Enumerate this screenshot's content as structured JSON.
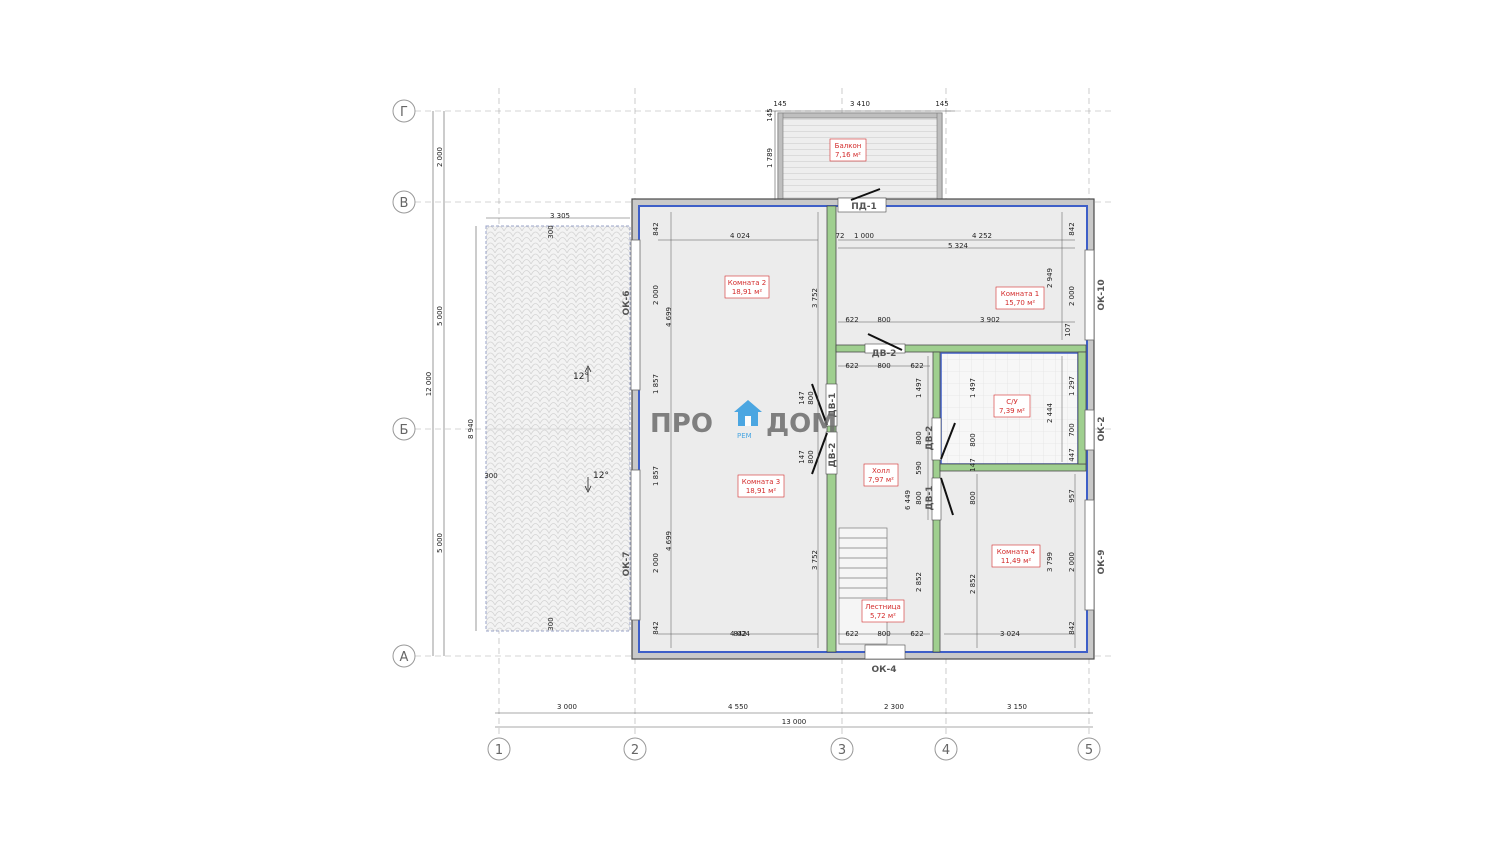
{
  "axes": {
    "rows": [
      "Г",
      "В",
      "Б",
      "А"
    ],
    "cols": [
      "1",
      "2",
      "3",
      "4",
      "5"
    ]
  },
  "rooms": [
    {
      "id": "balcony",
      "name": "Балкон",
      "area": "7,16 м²"
    },
    {
      "id": "room2",
      "name": "Комната 2",
      "area": "18,91 м²"
    },
    {
      "id": "room1",
      "name": "Комната 1",
      "area": "15,70 м²"
    },
    {
      "id": "wc",
      "name": "С/У",
      "area": "7,39 м²"
    },
    {
      "id": "hall",
      "name": "Холл",
      "area": "7,97 м²"
    },
    {
      "id": "room3",
      "name": "Комната 3",
      "area": "18,91 м²"
    },
    {
      "id": "room4",
      "name": "Комната 4",
      "area": "11,49 м²"
    },
    {
      "id": "stairs",
      "name": "Лестница",
      "area": "5,72 м²"
    }
  ],
  "tags": {
    "pd1": "ПД-1",
    "ok6": "ОК-6",
    "ok7": "ОК-7",
    "ok10": "ОК-10",
    "ok2": "ОК-2",
    "ok9": "ОК-9",
    "ok4": "ОК-4",
    "dv2_top": "ДВ-2",
    "dv1_left": "ДВ-1",
    "dv2_left": "ДВ-2",
    "dv2_right": "ДВ-2",
    "dv1_right": "ДВ-1"
  },
  "roof": {
    "slope_top": "12°",
    "slope_bottom": "12°"
  },
  "logo": {
    "left": "ПРО",
    "right": "ДОМ",
    "small": "РЕМ"
  },
  "dims": {
    "bal_145a": "145",
    "bal_3410": "3 410",
    "bal_145b": "145",
    "bal_145v": "145",
    "bal_1789": "1 789",
    "left_2000": "2 000",
    "left_5000a": "5 000",
    "left_12000": "12 000",
    "left_5000b": "5 000",
    "left_8940": "8 940",
    "roof_3305": "3 305",
    "roof_300a": "300",
    "roof_300b": "300",
    "roof_300c": "300",
    "r2_842": "842",
    "r2_4024": "4 024",
    "r2_2000": "2 000",
    "r2_4699": "4 699",
    "r2_3752": "3 752",
    "r2_1857": "1 857",
    "r3_1857": "1 857",
    "r3_4699": "4 699",
    "r3_2000": "2 000",
    "r3_3752": "3 752",
    "r3_842": "842",
    "r3_4024": "4 024",
    "c_72": "72",
    "c_1000": "1 000",
    "c_4252": "4 252",
    "c_5324": "5 324",
    "c_842r": "842",
    "r1_2949": "2 949",
    "r1_2000": "2 000",
    "r1_622": "622",
    "r1_800": "800",
    "r1_3902": "3 902",
    "r1_107": "107",
    "h_622a": "622",
    "h_800a": "800",
    "h_622b": "622",
    "wc_1497a": "1 497",
    "wc_1497b": "1 497",
    "wc_1297": "1 297",
    "wc_2444": "2 444",
    "wc_700": "700",
    "wc_447": "447",
    "wc_800": "800",
    "d_147a": "147",
    "d_800a": "800",
    "d_147b": "147",
    "d_800b": "800",
    "m_800a": "800",
    "m_590": "590",
    "m_800b": "800",
    "m_147": "147",
    "m_800c": "800",
    "m_6449": "6 449",
    "r4_957": "957",
    "r4_2852a": "2 852",
    "r4_2852b": "2 852",
    "r4_3799": "3 799",
    "r4_2000": "2 000",
    "r4_842": "842",
    "b_622a": "622",
    "b_800": "800",
    "b_622b": "622",
    "b_3024": "3 024",
    "bot_3000": "3 000",
    "bot_4550": "4 550",
    "bot_2300": "2 300",
    "bot_3150": "3 150",
    "bot_13000": "13 000"
  },
  "colors": {
    "wall_fill": "#c9c9c9",
    "wall_stroke": "#4a4a4a",
    "insulation": "#3e5fc8",
    "partition": "#9fcf8f",
    "room_fill": "#ececec",
    "label_red": "#d32b2b",
    "grid": "#aaaaaa"
  }
}
